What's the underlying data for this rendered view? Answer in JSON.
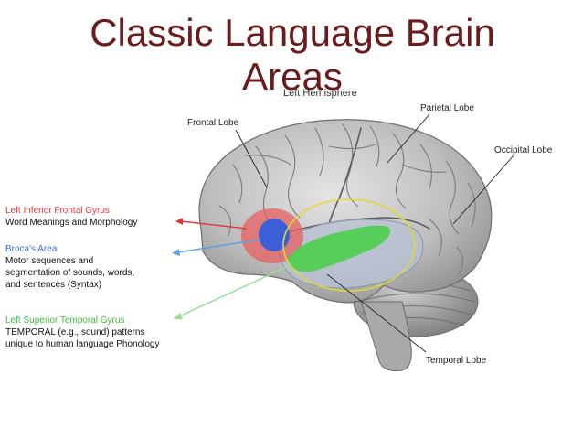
{
  "title": {
    "line1": "Classic Language Brain",
    "line2": "Areas"
  },
  "subtitle": "Left Hemisphere",
  "lobes": {
    "frontal": "Frontal Lobe",
    "parietal": "Parietal Lobe",
    "occipital": "Occipital Lobe",
    "temporal": "Temporal Lobe"
  },
  "regions": [
    {
      "name": "Left Inferior Frontal Gyrus",
      "desc": "Word Meanings and Morphology",
      "color": "#e0383b"
    },
    {
      "name": "Broca's Area",
      "desc": "Motor sequences and\nsegmentation of sounds, words,\nand sentences (Syntax)",
      "color": "#3a6fd6"
    },
    {
      "name": "Left Superior Temporal Gyrus",
      "desc": "TEMPORAL (e.g., sound) patterns\nunique to human language Phonology",
      "color": "#3fbf3f"
    }
  ]
}
